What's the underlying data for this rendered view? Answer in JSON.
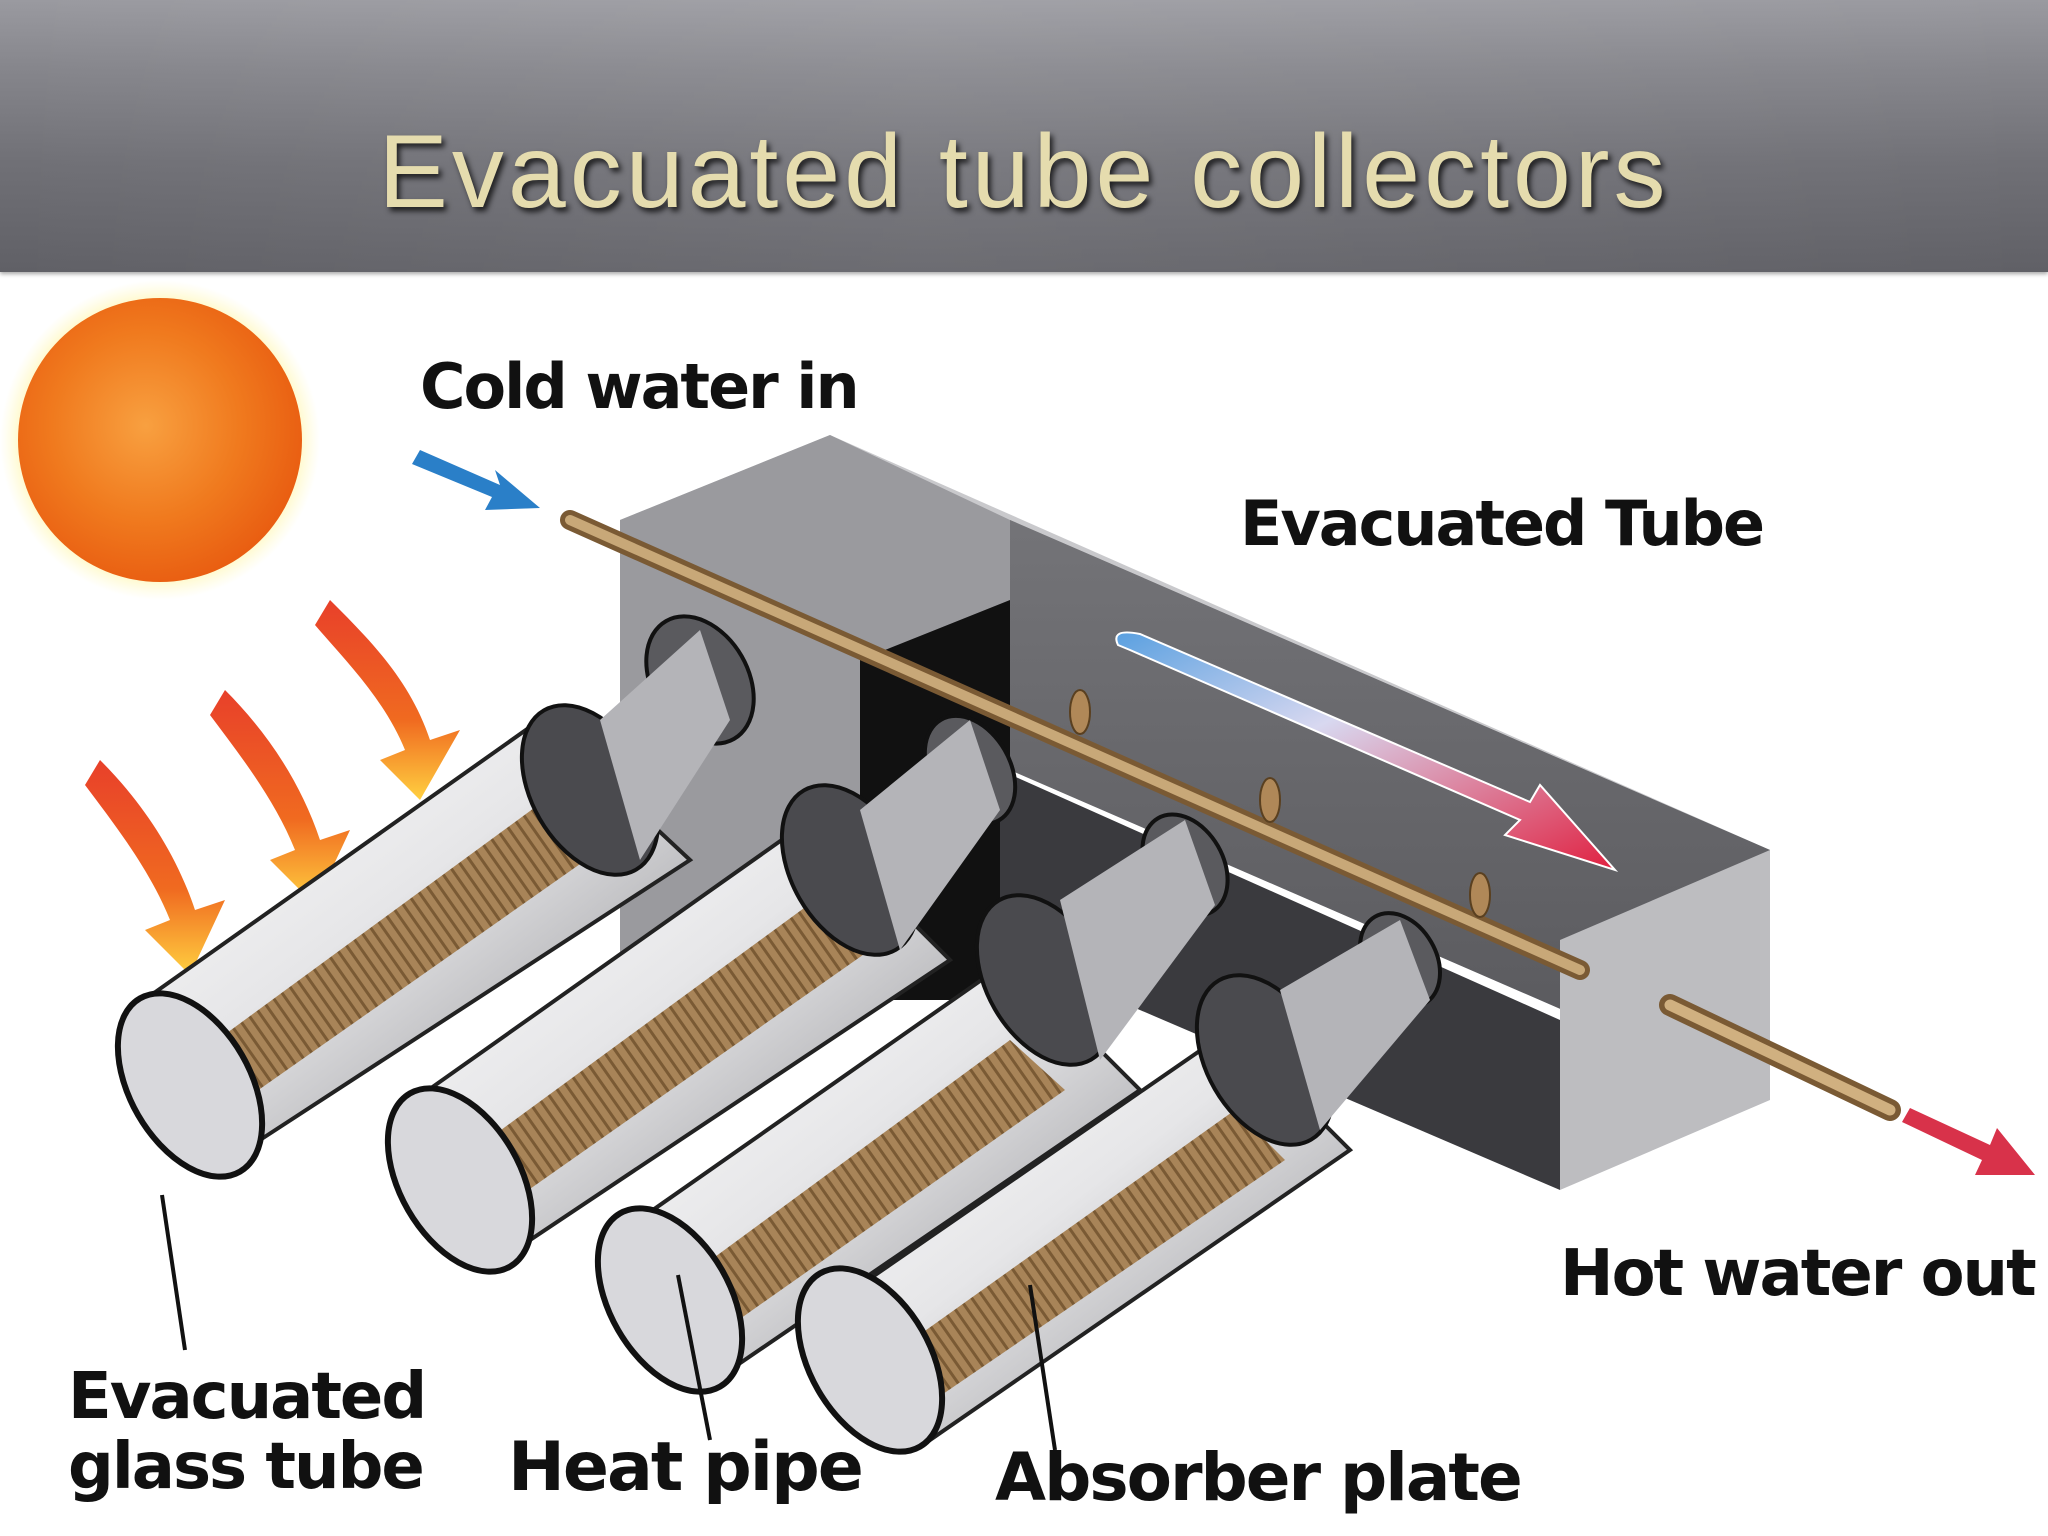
{
  "title": "Evacuated tube collectors",
  "labels": {
    "cold_water_in": "Cold water in",
    "evacuated_tube": "Evacuated Tube",
    "hot_water_out": "Hot water out",
    "evacuated_glass_tube_line1": "Evacuated",
    "evacuated_glass_tube_line2": "glass tube",
    "heat_pipe": "Heat pipe",
    "absorber_plate": "Absorber plate"
  },
  "colors": {
    "title_bar": "#707076",
    "title_text": "#e5dcae",
    "sun": "#f07a1e",
    "cold_arrow": "#2a7fc8",
    "hot_arrow": "#d8324a",
    "copper": "#b08858",
    "manifold": "#8e8e92"
  },
  "icons": [
    "sun-icon",
    "solar-ray-arrow-icon",
    "cold-water-arrow-icon",
    "hot-water-arrow-icon",
    "flow-arrow-icon"
  ]
}
